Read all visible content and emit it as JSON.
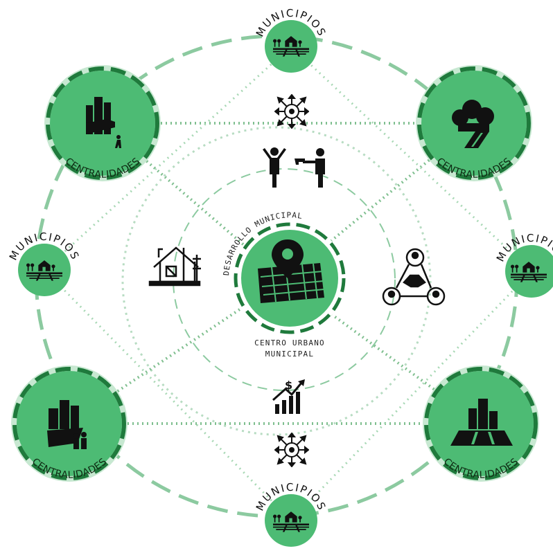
{
  "colors": {
    "node_fill": "#4dbb74",
    "node_ring": "#1f7a3c",
    "halo": "#a8ddb8",
    "dash_ring": "#8ccaa0",
    "dotted_link": "#7fbf8f",
    "icon": "#111111"
  },
  "center": {
    "arc_label": "DESARROLLO MUNICIPAL",
    "caption_line1": "CENTRO URBANO",
    "caption_line2": "MUNICIPAL",
    "icon": "map-pin-city-icon"
  },
  "centralidades": [
    {
      "label": "CENTRALIDADES",
      "icon": "buildings-hand-walker-icon"
    },
    {
      "label": "CENTRALIDADES",
      "icon": "trees-road-icon"
    },
    {
      "label": "CENTRALIDADES",
      "icon": "buildings-family-icon"
    },
    {
      "label": "CENTRALIDADES",
      "icon": "skyscrapers-plaza-icon"
    }
  ],
  "municipios": [
    {
      "label": "MUNICIPIOS",
      "icon": "farm-house-fields-icon"
    },
    {
      "label": "MUNICIPIOS",
      "icon": "farm-house-fields-icon"
    },
    {
      "label": "MUNICIPIOS",
      "icon": "farm-house-fields-icon"
    },
    {
      "label": "MUNICIPIOS",
      "icon": "farm-house-fields-icon"
    }
  ],
  "inner_icons": [
    "network-arrows-icon",
    "armed-robbery-icon",
    "house-construction-icon",
    "handshake-network-icon",
    "money-growth-chart-icon",
    "network-arrows-icon"
  ]
}
